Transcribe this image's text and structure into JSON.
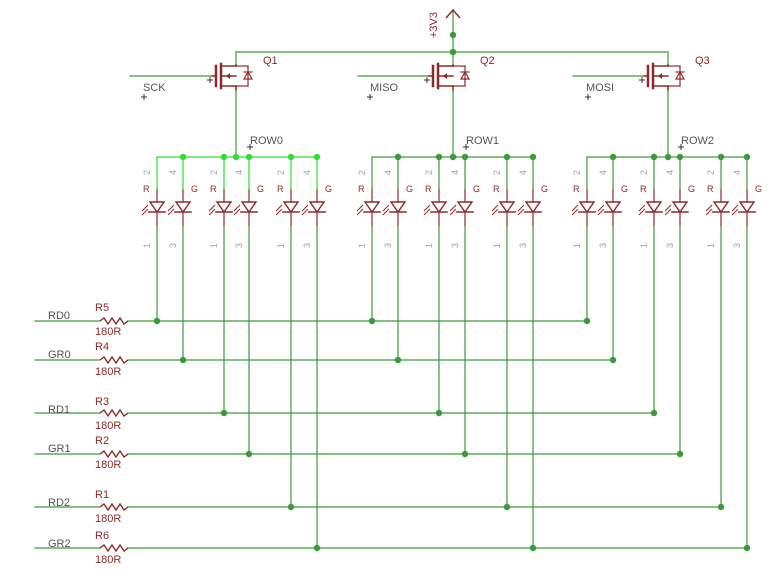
{
  "colors": {
    "background": "#ffffff",
    "wire": "#3c9a3c",
    "highlighted_net": "#33dd33",
    "component": "#8b2a2a",
    "pin_label": "#a0a0a0",
    "label_text": "#8b2a2a",
    "net_label_text": "#555555"
  },
  "power": {
    "label": "+3V3"
  },
  "transistors": [
    {
      "name": "Q1",
      "gate_net": "SCK",
      "row_net": "ROW0"
    },
    {
      "name": "Q2",
      "gate_net": "MISO",
      "row_net": "ROW1"
    },
    {
      "name": "Q3",
      "gate_net": "MOSI",
      "row_net": "ROW2"
    }
  ],
  "led_pins": {
    "anode_left": "2",
    "anode_right": "4",
    "cathode_left": "1",
    "cathode_right": "3",
    "red": "R",
    "green": "G"
  },
  "channels": [
    {
      "net": "RD0",
      "resistor": "R5",
      "value": "180R"
    },
    {
      "net": "GR0",
      "resistor": "R4",
      "value": "180R"
    },
    {
      "net": "RD1",
      "resistor": "R3",
      "value": "180R"
    },
    {
      "net": "GR1",
      "resistor": "R2",
      "value": "180R"
    },
    {
      "net": "RD2",
      "resistor": "R1",
      "value": "180R"
    },
    {
      "net": "GR2",
      "resistor": "R6",
      "value": "180R"
    }
  ]
}
